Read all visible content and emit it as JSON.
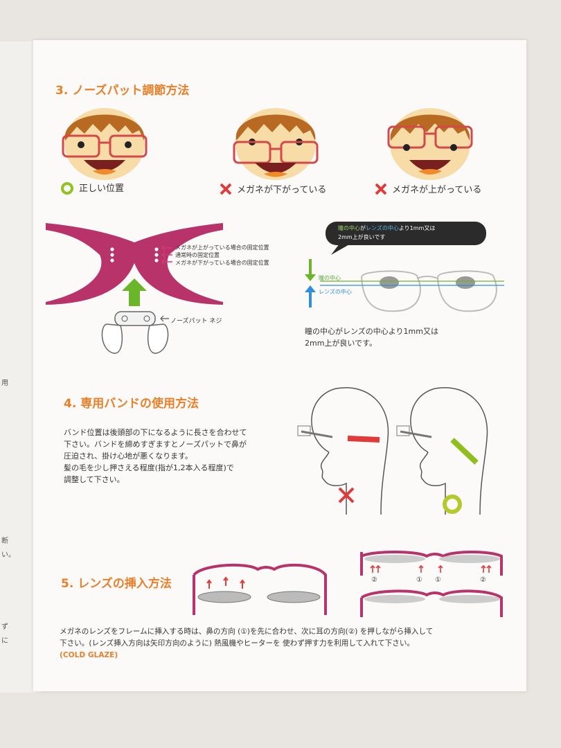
{
  "section3": {
    "title": "3. ノーズパット調節方法",
    "faces": [
      {
        "mark": "circle",
        "caption": "正しい位置"
      },
      {
        "mark": "cross",
        "caption": "メガネが下がっている"
      },
      {
        "mark": "cross",
        "caption": "メガネが上がっている"
      }
    ]
  },
  "frame_diagram": {
    "positions": [
      "メガネが上がっている場合の固定位置",
      "通常時の固定位置",
      "メガネが下がっている場合の固定位置"
    ],
    "nosepad_screw": "ノーズパット ネジ"
  },
  "pupil_diagram": {
    "bubble_line1_a": "瞳の中心",
    "bubble_line1_b": "が",
    "bubble_line1_c": "レンズの中心",
    "bubble_line1_d": "より1mm又は",
    "bubble_line2": "2mm上が良いです",
    "pupil_center": "瞳の中心",
    "lens_center": "レンズの中心",
    "note_line1": "瞳の中心がレンズの中心より1mm又は",
    "note_line2": "2mm上が良いです。"
  },
  "section4": {
    "title": "4. 専用バンドの使用方法",
    "lines": [
      "バンド位置は後頭部の下になるように長さを合わせて",
      "下さい。バンドを締めすぎますとノーズパットで鼻が",
      "圧迫され、掛け心地が悪くなります。",
      "髪の毛を少し押さえる程度(指が1,2本入る程度)で",
      "調整して下さい。"
    ]
  },
  "section5": {
    "title": "5. レンズの挿入方法",
    "lines": [
      "メガネのレンズをフレームに挿入する時は、鼻の方向 (①)を先に合わせ、次に耳の方向(②) を押しながら挿入して",
      "下さい。(レンズ挿入方向は矢印方向のように) 熱風機やヒーターを 使わず押す力を利用して入れて下さい。"
    ],
    "note": "(COLD GLAZE)",
    "markers": [
      "②",
      "①",
      "①",
      "②"
    ]
  },
  "side_fragments": [
    "用",
    "断",
    "い。",
    "ず",
    "に"
  ],
  "colors": {
    "orange": "#e97f28",
    "magenta": "#b8336a",
    "green": "#79b51e",
    "red": "#e03a3a",
    "blue": "#2f8fd8"
  }
}
